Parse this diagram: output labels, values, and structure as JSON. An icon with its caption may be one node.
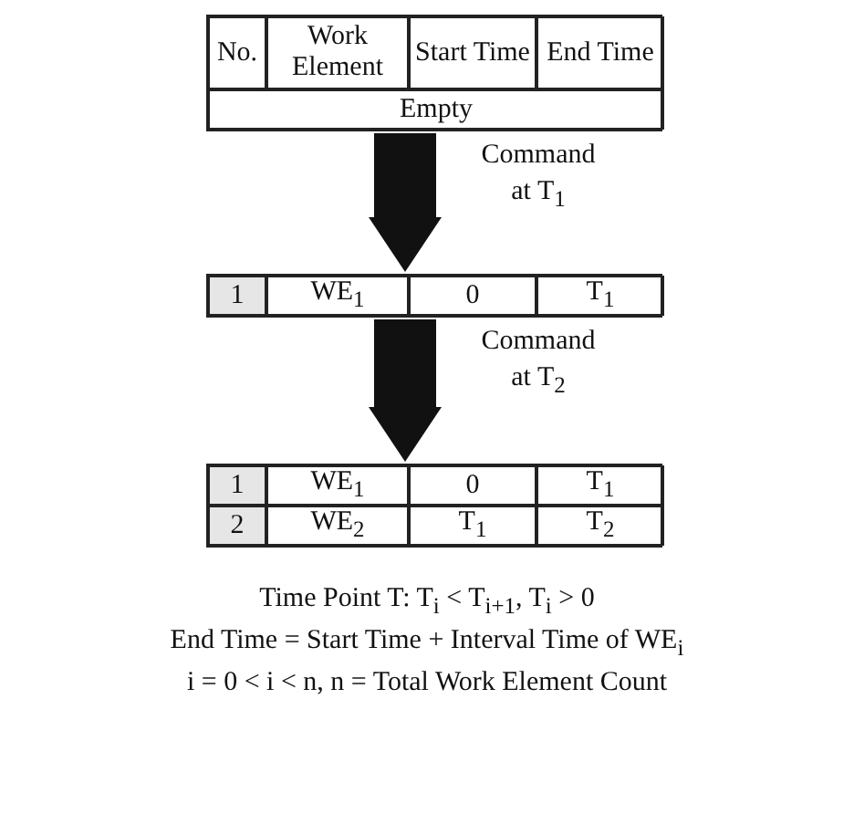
{
  "diagram": {
    "nodes": [
      {
        "text": [
          "No.",
          "Work Element",
          "Start Time",
          "End Time",
          "Empty"
        ]
      },
      {
        "text": [
          "1",
          "WE$_{1}$",
          "0",
          "T$_{1}$"
        ]
      },
      {
        "text": [
          "1",
          "WE$_{1}$",
          "0",
          "T$_{1}$",
          "2",
          "WE$_{2}$",
          "T$_{1}$",
          "T$_{2}$"
        ]
      }
    ],
    "edges": [
      {
        "from": 0,
        "to": 1,
        "arrow": "to",
        "label": "Command at T$_{1}$"
      },
      {
        "from": 1,
        "to": 2,
        "arrow": "to",
        "label": "Command at T$_{2}$"
      }
    ],
    "labels": [
      "Time Point T: T$_{i}$ < T$_{i+1}$, T$_{i}$ > 0",
      "End Time = Start Time + Interval Time of WE$_{i}$",
      "i = 0 < i < n, n = Total Work Element Count"
    ]
  }
}
